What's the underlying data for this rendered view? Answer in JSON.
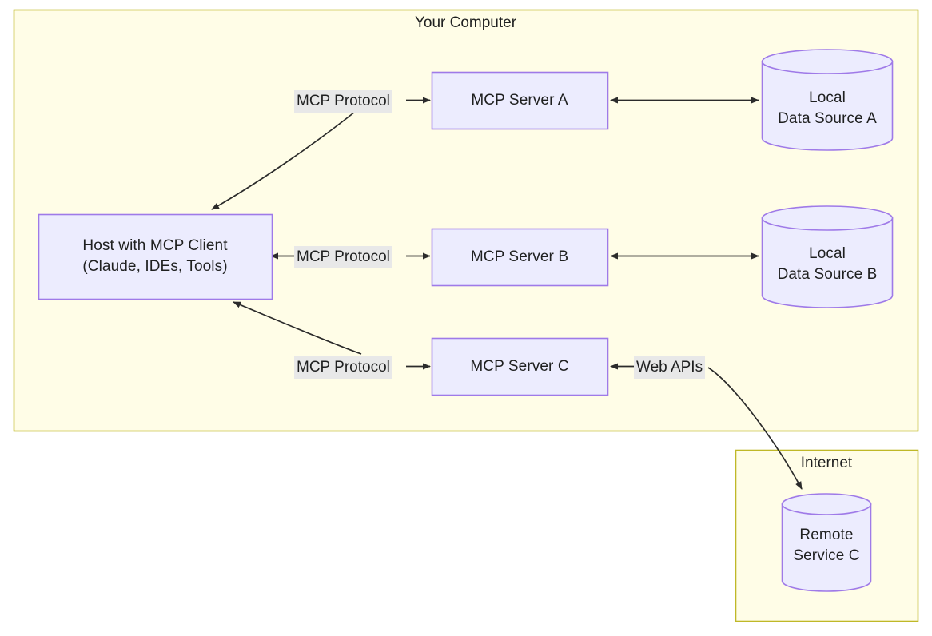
{
  "diagram": {
    "title_visible": false,
    "colors": {
      "group_fill": "#fffde7",
      "group_stroke": "#bfb828",
      "node_fill": "#ececfe",
      "node_stroke": "#9f7ae8",
      "edge_stroke": "#2b2b2b",
      "label_bg": "#e8e8e8",
      "text": "#1f2020",
      "page_bg": "#ffffff"
    },
    "groups": [
      {
        "id": "your-computer",
        "label": "Your Computer"
      },
      {
        "id": "internet",
        "label": "Internet"
      }
    ],
    "nodes": [
      {
        "id": "host",
        "shape": "rect",
        "label": "Host with MCP Client\n(Claude, IDEs, Tools)"
      },
      {
        "id": "server-a",
        "shape": "rect",
        "label": "MCP Server A"
      },
      {
        "id": "server-b",
        "shape": "rect",
        "label": "MCP Server B"
      },
      {
        "id": "server-c",
        "shape": "rect",
        "label": "MCP Server C"
      },
      {
        "id": "data-source-a",
        "shape": "cylinder",
        "label": "Local\nData Source A"
      },
      {
        "id": "data-source-b",
        "shape": "cylinder",
        "label": "Local\nData Source B"
      },
      {
        "id": "remote-service-c",
        "shape": "cylinder",
        "label": "Remote\nService C"
      }
    ],
    "edge_labels": [
      {
        "id": "label-protocol-a",
        "text": "MCP Protocol"
      },
      {
        "id": "label-protocol-b",
        "text": "MCP Protocol"
      },
      {
        "id": "label-protocol-c",
        "text": "MCP Protocol"
      },
      {
        "id": "label-web-apis",
        "text": "Web APIs"
      }
    ],
    "edges": [
      {
        "id": "edge-host-server-a",
        "from": "host",
        "to": "server-a",
        "label": "MCP Protocol",
        "direction": "both"
      },
      {
        "id": "edge-host-server-b",
        "from": "host",
        "to": "server-b",
        "label": "MCP Protocol",
        "direction": "both"
      },
      {
        "id": "edge-host-server-c",
        "from": "host",
        "to": "server-c",
        "label": "MCP Protocol",
        "direction": "both"
      },
      {
        "id": "edge-server-a-data-a",
        "from": "server-a",
        "to": "data-source-a",
        "label": "",
        "direction": "both"
      },
      {
        "id": "edge-server-b-data-b",
        "from": "server-b",
        "to": "data-source-b",
        "label": "",
        "direction": "both"
      },
      {
        "id": "edge-server-c-remote-c",
        "from": "server-c",
        "to": "remote-service-c",
        "label": "Web APIs",
        "direction": "both"
      }
    ]
  }
}
